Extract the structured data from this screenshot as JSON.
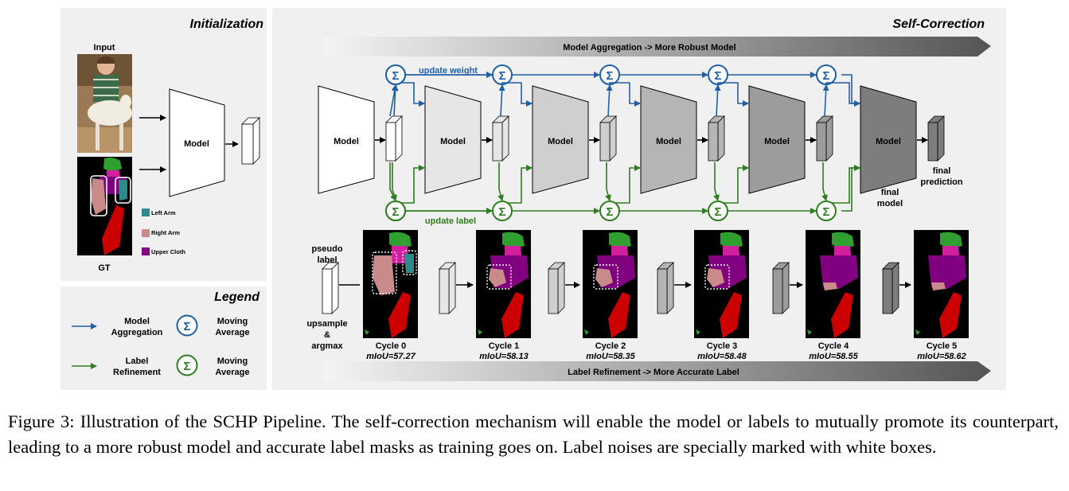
{
  "panels": {
    "initialization_title": "Initialization",
    "self_correction_title": "Self-Correction",
    "legend_title": "Legend"
  },
  "initialization": {
    "input_label": "Input",
    "gt_label": "GT",
    "model_label": "Model",
    "class_legend": [
      {
        "label": "Left Arm",
        "color": "#2e8b8b"
      },
      {
        "label": "Right Arm",
        "color": "#c98a8a"
      },
      {
        "label": "Upper Cloth",
        "color": "#800080"
      }
    ]
  },
  "legend": {
    "row1": {
      "line1": "Model",
      "line2": "Aggregation",
      "avg1": "Moving",
      "avg2": "Average",
      "color": "#1f5fa8"
    },
    "row2": {
      "line1": "Label",
      "line2": "Refinement",
      "avg1": "Moving",
      "avg2": "Average",
      "color": "#2e7d1e"
    }
  },
  "self_correction": {
    "top_banner": "Model Aggregation -> More Robust Model",
    "bottom_banner": "Label Refinement -> More Accurate Label",
    "update_weight": "update weight",
    "update_label": "update label",
    "model_label": "Model",
    "final_model_line1": "final",
    "final_model_line2": "model",
    "final_prediction_line1": "final",
    "final_prediction_line2": "prediction",
    "pseudo_label_line1": "pseudo",
    "pseudo_label_line2": "label",
    "upsample_line1": "upsample",
    "upsample_line2": "&",
    "upsample_line3": "argmax",
    "sigma": "Σ",
    "cycles": [
      {
        "name": "Cycle 0",
        "miou": "mIoU=57.27"
      },
      {
        "name": "Cycle 1",
        "miou": "mIoU=58.13"
      },
      {
        "name": "Cycle 2",
        "miou": "mIoU=58.35"
      },
      {
        "name": "Cycle 3",
        "miou": "mIoU=58.48"
      },
      {
        "name": "Cycle 4",
        "miou": "mIoU=58.55"
      },
      {
        "name": "Cycle 5",
        "miou": "mIoU=58.62"
      }
    ]
  },
  "colors": {
    "aggregation": "#1f5fa8",
    "refinement": "#2e7d1e",
    "hat": "#2fa02f",
    "face": "#d11fa0",
    "cloth": "#800080",
    "pants": "#cc0000",
    "left_arm": "#2e8b8b",
    "right_arm": "#c98a8a"
  },
  "caption": "Figure 3: Illustration of the SCHP Pipeline. The self-correction mechanism will enable the model or labels to mutually promote its counterpart, leading to a more robust model and accurate label masks as training goes on. Label noises are specially marked with white boxes."
}
